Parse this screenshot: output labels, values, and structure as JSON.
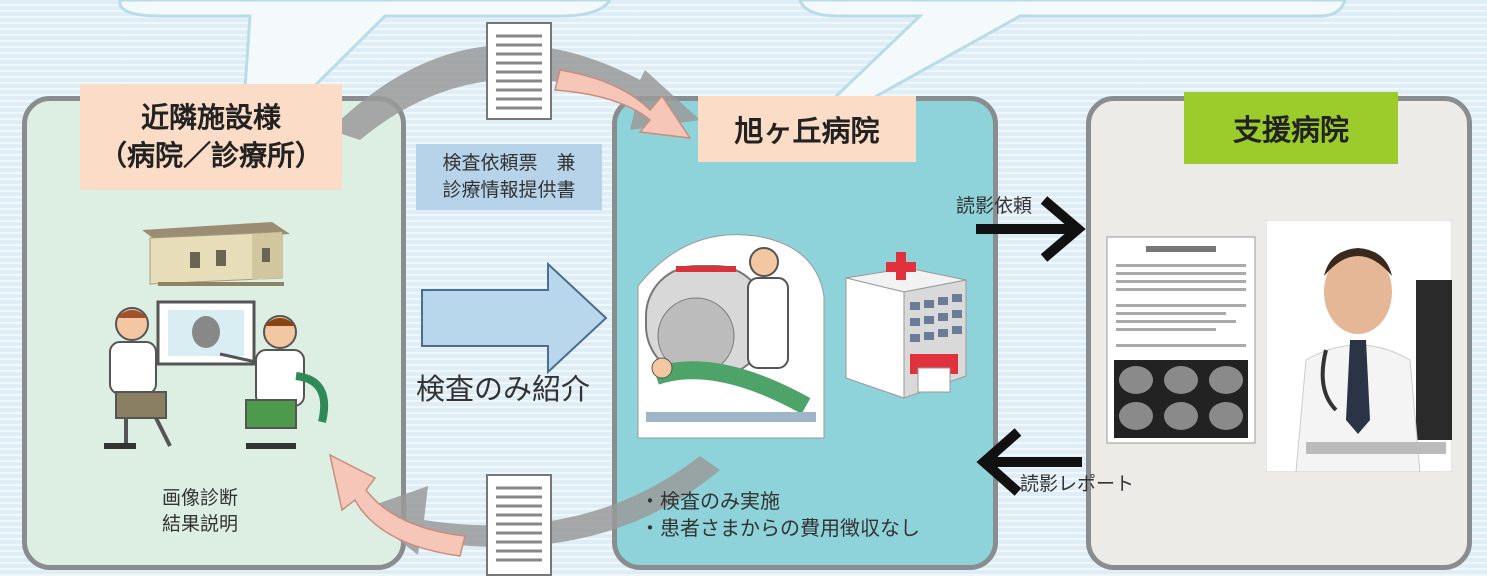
{
  "left_facility": {
    "title_line1": "近隣施設様",
    "title_line2": "（病院／診療所）",
    "caption_line1": "画像診断",
    "caption_line2": "結果説明"
  },
  "request_form": {
    "line1": "検査依頼票　兼",
    "line2": "診療情報提供書"
  },
  "referral_label": "検査のみ紹介",
  "center_hospital": {
    "title": "旭ヶ丘病院",
    "note_line1": "・検査のみ実施",
    "note_line2": "・患者さまからの費用徴収なし"
  },
  "reading_request_label": "読影依頼",
  "reading_report_label": "読影レポート",
  "support_hospital": {
    "title": "支援病院"
  },
  "colors": {
    "left_panel_bg": "#dcefe2",
    "center_panel_bg": "#8fd3da",
    "right_panel_bg": "#ecebe8",
    "title_bg_peach": "#fbdcc6",
    "title_bg_green": "#9ccc2c",
    "form_label_bg": "#b7d3ea",
    "arrow_fill": "#b8d7ec"
  }
}
